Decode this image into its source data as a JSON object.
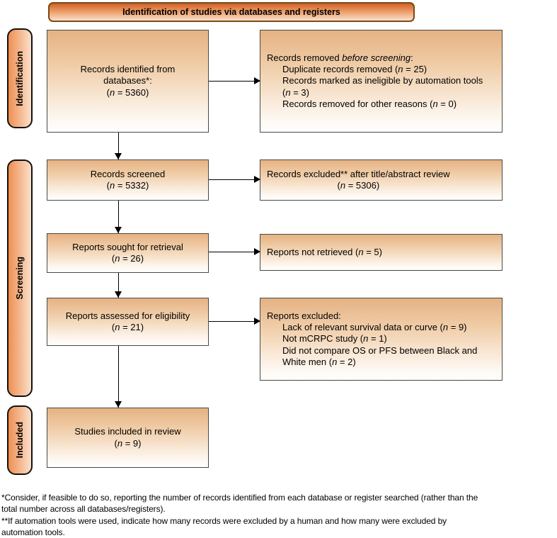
{
  "banner": {
    "label": "Identification of studies via databases and registers"
  },
  "stages": [
    {
      "label": "Identification"
    },
    {
      "label": "Screening"
    },
    {
      "label": "Included"
    }
  ],
  "colors": {
    "banner_top": "#cf6128",
    "banner_bottom": "#f9e0cd",
    "banner_border": "#7a4a17",
    "box_fill_top": "#e5b283",
    "border_dark": "#4a4a42",
    "stage_left": "#ee8f51",
    "stage_right": "#fbe0cb",
    "arrow": "#000000"
  },
  "boxes": {
    "records_identified": {
      "lines": [
        {
          "seg": [
            {
              "t": "Records identified from"
            }
          ]
        },
        {
          "seg": [
            {
              "t": "databases*:"
            }
          ]
        },
        {
          "seg": [
            {
              "t": "("
            },
            {
              "t": "n",
              "i": true
            },
            {
              "t": " = 5360)"
            }
          ]
        }
      ]
    },
    "records_removed": {
      "lines": [
        {
          "seg": [
            {
              "t": "Records removed "
            },
            {
              "t": "before screening",
              "i": true
            },
            {
              "t": ":"
            }
          ]
        },
        {
          "indent": true,
          "seg": [
            {
              "t": "Duplicate records removed ("
            },
            {
              "t": "n",
              "i": true
            },
            {
              "t": " = 25)"
            }
          ]
        },
        {
          "indent": true,
          "seg": [
            {
              "t": "Records marked as ineligible by automation tools"
            }
          ]
        },
        {
          "indent": true,
          "seg": [
            {
              "t": "("
            },
            {
              "t": "n",
              "i": true
            },
            {
              "t": " = 3)"
            }
          ]
        },
        {
          "indent": true,
          "seg": [
            {
              "t": "Records removed for other reasons ("
            },
            {
              "t": "n",
              "i": true
            },
            {
              "t": " = 0)"
            }
          ]
        }
      ]
    },
    "records_screened": {
      "lines": [
        {
          "seg": [
            {
              "t": "Records screened"
            }
          ]
        },
        {
          "seg": [
            {
              "t": "("
            },
            {
              "t": "n",
              "i": true
            },
            {
              "t": " = 5332)"
            }
          ]
        }
      ]
    },
    "records_excluded": {
      "lines": [
        {
          "seg": [
            {
              "t": "Records excluded** after title/abstract review"
            }
          ]
        },
        {
          "center": true,
          "seg": [
            {
              "t": "("
            },
            {
              "t": "n",
              "i": true
            },
            {
              "t": " = 5306)"
            }
          ]
        }
      ]
    },
    "reports_sought": {
      "lines": [
        {
          "seg": [
            {
              "t": "Reports sought for retrieval"
            }
          ]
        },
        {
          "seg": [
            {
              "t": "("
            },
            {
              "t": "n",
              "i": true
            },
            {
              "t": " = 26)"
            }
          ]
        }
      ]
    },
    "reports_not_retrieved": {
      "lines": [
        {
          "seg": [
            {
              "t": "Reports not retrieved ("
            },
            {
              "t": "n",
              "i": true
            },
            {
              "t": " = 5)"
            }
          ]
        }
      ]
    },
    "reports_assessed": {
      "lines": [
        {
          "seg": [
            {
              "t": "Reports assessed for eligibility"
            }
          ]
        },
        {
          "seg": [
            {
              "t": "("
            },
            {
              "t": "n",
              "i": true
            },
            {
              "t": " = 21)"
            }
          ]
        }
      ]
    },
    "reports_excluded": {
      "lines": [
        {
          "seg": [
            {
              "t": "Reports excluded:"
            }
          ]
        },
        {
          "indent": true,
          "seg": [
            {
              "t": "Lack of relevant survival data or curve ("
            },
            {
              "t": "n",
              "i": true
            },
            {
              "t": " = 9)"
            }
          ]
        },
        {
          "indent": true,
          "seg": [
            {
              "t": "Not mCRPC study ("
            },
            {
              "t": "n",
              "i": true
            },
            {
              "t": " = 1)"
            }
          ]
        },
        {
          "indent": true,
          "seg": [
            {
              "t": "Did not compare OS or PFS between Black and"
            }
          ]
        },
        {
          "indent": true,
          "seg": [
            {
              "t": "White men ("
            },
            {
              "t": "n",
              "i": true
            },
            {
              "t": " = 2)"
            }
          ]
        }
      ]
    },
    "studies_included": {
      "lines": [
        {
          "seg": [
            {
              "t": "Studies included in review"
            }
          ]
        },
        {
          "seg": [
            {
              "t": "("
            },
            {
              "t": "n",
              "i": true
            },
            {
              "t": " = 9)"
            }
          ]
        }
      ]
    }
  },
  "footnotes": {
    "lines": [
      "*Consider, if feasible to do so, reporting the number of records identified from each database or register searched (rather than the",
      "total number across all databases/registers).",
      "**If automation tools were used, indicate how many records were excluded by a human and how many were excluded by",
      "automation tools."
    ]
  }
}
